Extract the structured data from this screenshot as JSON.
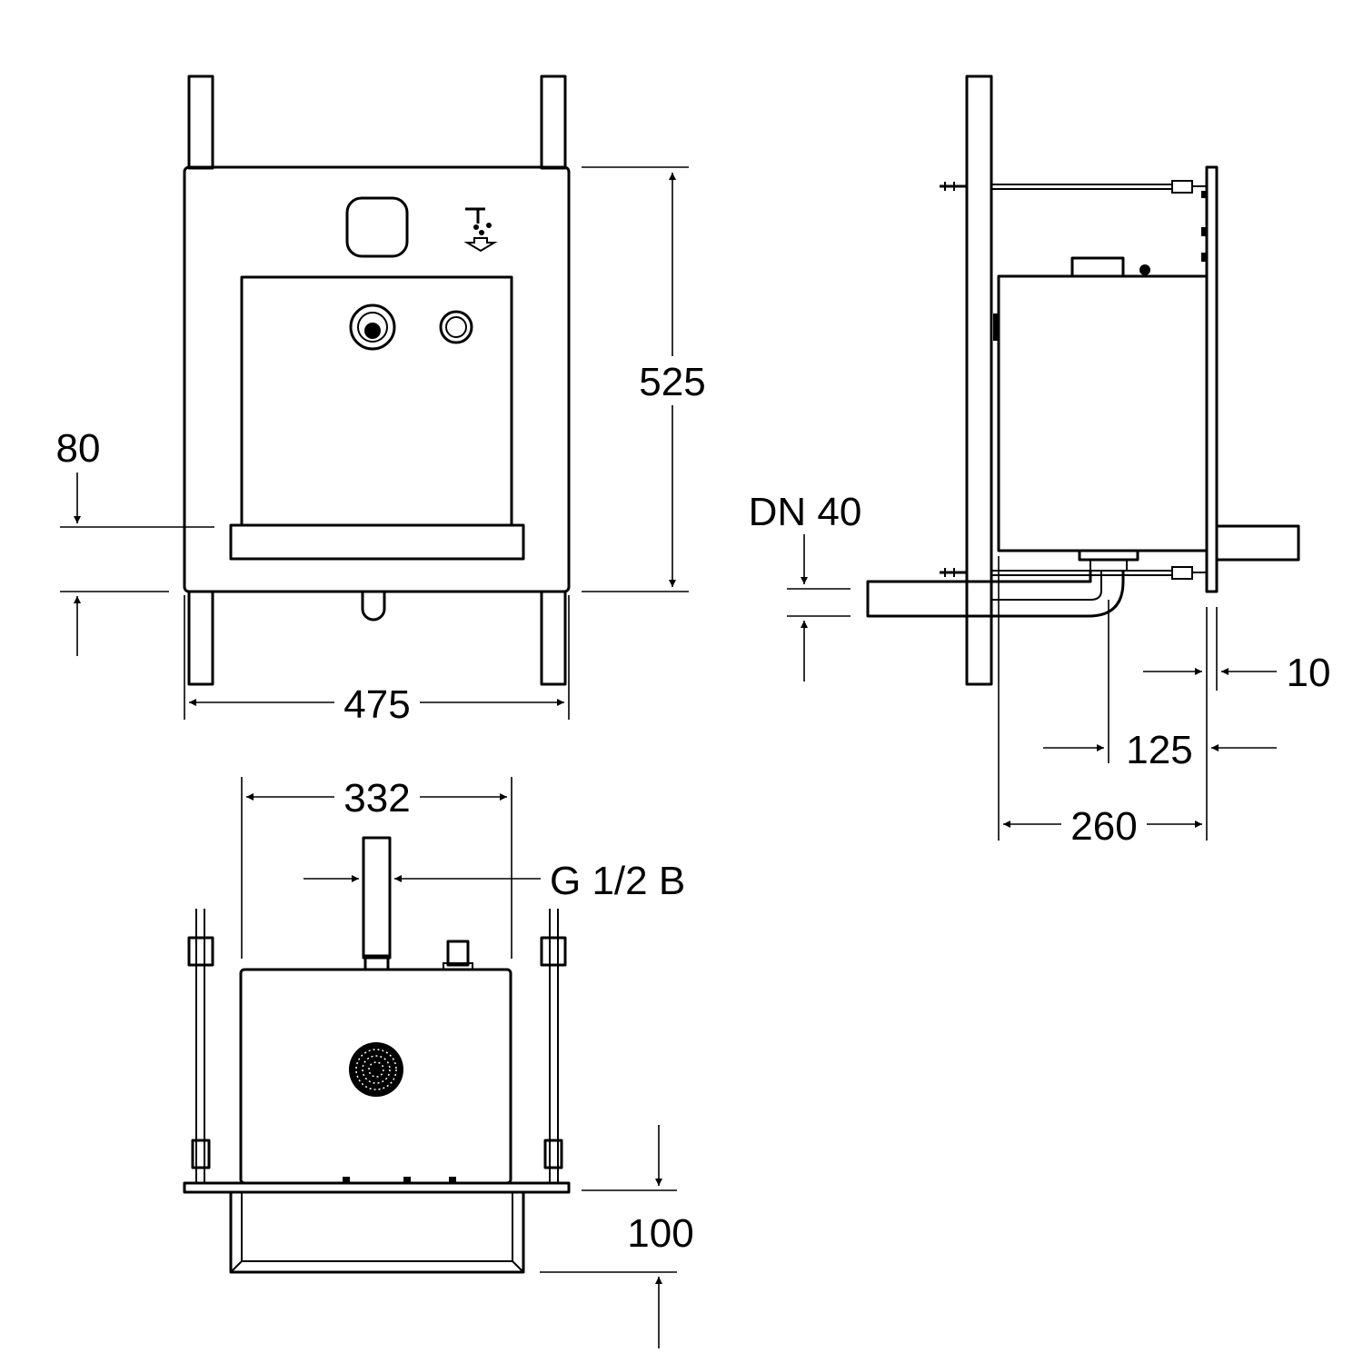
{
  "front_view": {
    "width_label": "475",
    "height_label": "525",
    "offset_label": "80"
  },
  "side_view": {
    "drain_label": "DN 40",
    "depth_10_label": "10",
    "depth_125_label": "125",
    "depth_260_label": "260"
  },
  "top_view": {
    "width_label": "332",
    "connection_label": "G 1/2 B",
    "depth_label": "100"
  },
  "colors": {
    "line": "#000000",
    "background": "#ffffff"
  }
}
